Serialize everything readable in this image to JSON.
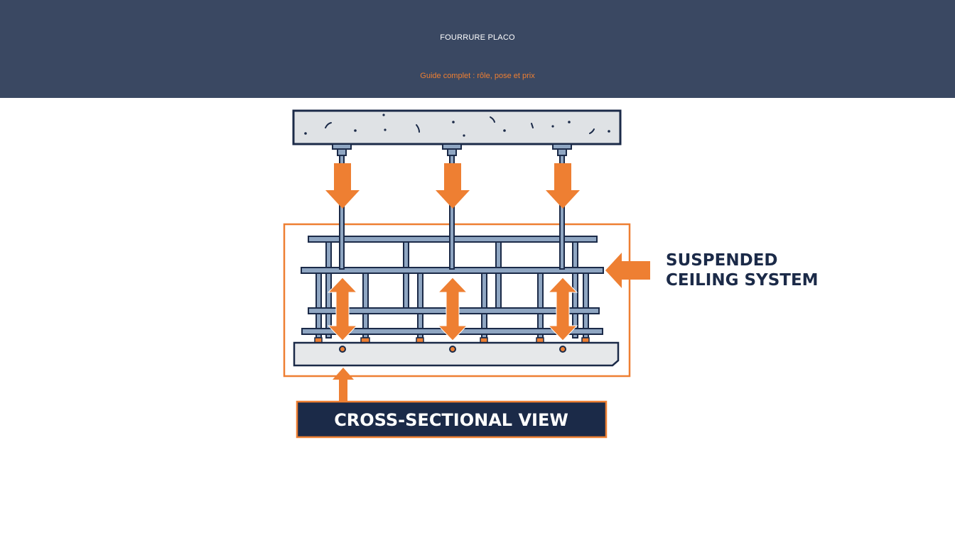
{
  "header": {
    "title": "FOURRURE PLACO",
    "subtitle": "Guide complet : rôle, pose et prix"
  },
  "diagram": {
    "side_label_line1": "SUSPENDED",
    "side_label_line2": "CEILING SYSTEM",
    "bottom_label": "CROSS-SECTIONAL VIEW"
  },
  "colors": {
    "header_bg": "#3a4862",
    "accent_orange": "#ee7f32",
    "navy": "#1b2a48",
    "steel": "#8fa6c2",
    "concrete": "#dfe2e5"
  }
}
